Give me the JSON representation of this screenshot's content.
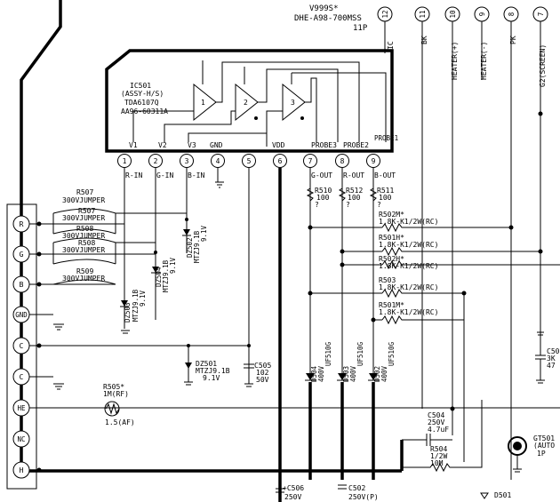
{
  "top_labels": {
    "v999s": "V999S*",
    "dhe": "DHE-A98-700MSS",
    "pins11": "11P"
  },
  "top_connector": [
    {
      "num": "12",
      "label": "IC"
    },
    {
      "num": "11",
      "label": "BK"
    },
    {
      "num": "10",
      "label": "HEATER(+)"
    },
    {
      "num": "9",
      "label": "HEATER(-)"
    },
    {
      "num": "8",
      "label": "PK"
    },
    {
      "num": "7",
      "label": "G2(SCREEN)"
    }
  ],
  "ic": {
    "ref": "IC501",
    "assy": "(ASSY-H/S)",
    "part": "TDA6107Q",
    "code": "AA96-60311A",
    "amps": [
      "1",
      "2",
      "3"
    ],
    "pin_labels": [
      "V1",
      "V2",
      "V3",
      "GND",
      "VDD",
      "PROBE3",
      "PROBE2",
      "PROBE1"
    ],
    "pins": [
      "1",
      "2",
      "3",
      "4",
      "5",
      "6",
      "7",
      "8",
      "9"
    ],
    "pin_functions": [
      "R-IN",
      "G-IN",
      "B-IN",
      "G-OUT",
      "R-OUT",
      "B-OUT"
    ]
  },
  "left_connector": [
    "R",
    "G",
    "B",
    "GND",
    "C",
    "C",
    "HE",
    "NC",
    "H"
  ],
  "components": {
    "r507": {
      "ref": "R507",
      "val": "300VJUMPER"
    },
    "r507b": {
      "ref": "R507",
      "val": "300VJUMPER"
    },
    "r508": {
      "ref": "R508",
      "val": "300VJUMPER"
    },
    "r508b": {
      "ref": "R508",
      "val": "300VJUMPER"
    },
    "r509": {
      "ref": "R509",
      "val": "300VJUMPER"
    },
    "dz502": {
      "ref": "DZ502",
      "val": "MTZJ9.1B",
      "v": "9.1V"
    },
    "dz504": {
      "ref": "DZ504",
      "val": "MTZJ9.1B",
      "v": "9.1V"
    },
    "dz503": {
      "ref": "DZ503",
      "val": "MTZJ9.1B",
      "v": "9.1V"
    },
    "dz501": {
      "ref": "DZ501",
      "val": "MTZJ9.1B",
      "v": "9.1V"
    },
    "c505": {
      "ref": "C505",
      "val": "102",
      "v": "50V"
    },
    "r505": {
      "ref": "R505*",
      "val": "1M(RF)",
      "v": "1.5(AF)"
    },
    "r510": {
      "ref": "R510",
      "val": "100",
      "q": "?"
    },
    "r512": {
      "ref": "R512",
      "val": "100",
      "q": "?"
    },
    "r511": {
      "ref": "R511",
      "val": "100",
      "q": "?"
    },
    "r502m_a": {
      "ref": "R502M*",
      "val": "1.8K-K1/2W(RC)"
    },
    "r501h": {
      "ref": "R501H*",
      "val": "1.8K-K1/2W(RC)"
    },
    "r502h": {
      "ref": "R502H*",
      "val": "1.8K-K1/2W(RC)"
    },
    "r503": {
      "ref": "R503",
      "val": "1.8K-K1/2W(RC)"
    },
    "r501m": {
      "ref": "R501M*",
      "val": "1.8K-K1/2W(RC)"
    },
    "d504": {
      "ref": "D504",
      "val": "400V",
      "t": "UF510G"
    },
    "d503": {
      "ref": "D503",
      "val": "400V",
      "t": "UF510G"
    },
    "d502": {
      "ref": "D502",
      "val": "400V",
      "t": "UF510G"
    },
    "c504": {
      "ref": "C504",
      "val": "250V",
      "v": "4.7uF"
    },
    "r504": {
      "ref": "R504",
      "val": "1/2W",
      "v": "10M"
    },
    "c506": {
      "ref": "+C506",
      "val": "250V"
    },
    "c502": {
      "ref": "C502",
      "val": "250V(P)"
    },
    "d501": {
      "ref": "D501"
    },
    "gt501": {
      "ref": "GT501",
      "val": "(AUTO",
      "v": "1P"
    },
    "c50x": {
      "ref": "C50",
      "val": "3K",
      "v": "47"
    }
  }
}
